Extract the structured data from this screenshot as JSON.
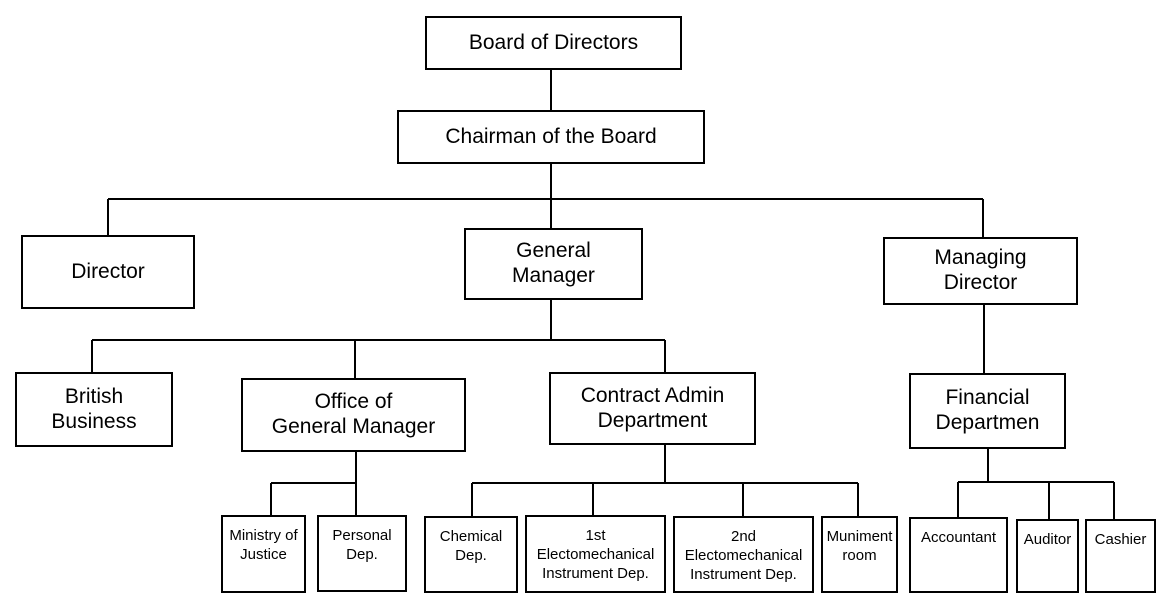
{
  "chart": {
    "nodes": {
      "board": "Board of Directors",
      "chairman": "Chairman of the Board",
      "director": "Director",
      "general_manager": "General\nManager",
      "managing_director": "Managing\nDirector",
      "british_business": "British\nBusiness",
      "office_gm": "Office of\nGeneral Manager",
      "contract_admin": "Contract Admin\nDepartment",
      "financial": "Financial\nDepartmen",
      "ministry_justice": "Ministry of\nJustice",
      "personal_dep": "Personal\nDep.",
      "chemical_dep": "Chemical\nDep.",
      "first_electro": "1st\nElectomechanical\nInstrument Dep.",
      "second_electro": "2nd\nElectomechanical\nInstrument Dep.",
      "muniment": "Muniment\nroom",
      "accountant": "Accountant",
      "auditor": "Auditor",
      "cashier": "Cashier"
    }
  }
}
